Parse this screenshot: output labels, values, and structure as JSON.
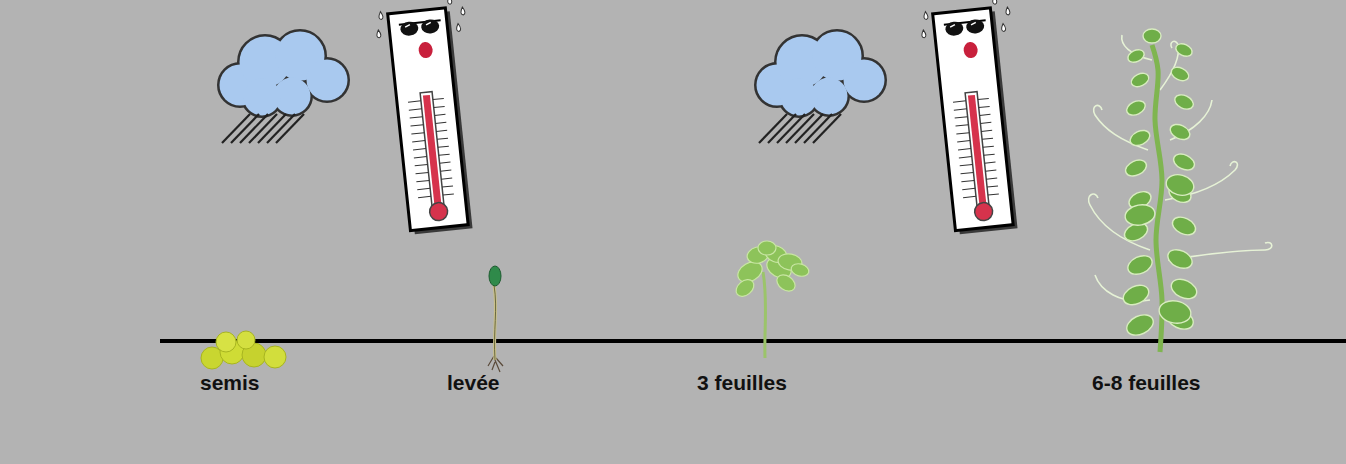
{
  "diagram": {
    "labels": [
      "semis",
      "levée",
      "3 feuilles",
      "6-8 feuilles"
    ]
  }
}
